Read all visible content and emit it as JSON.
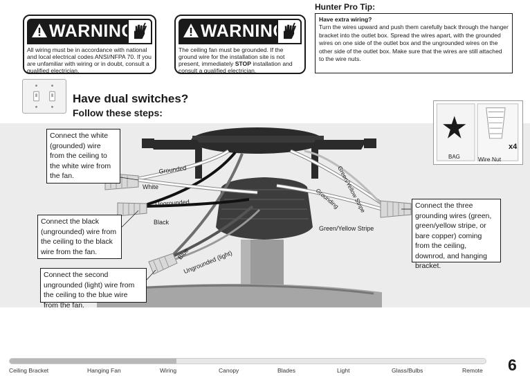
{
  "warnings": [
    {
      "title": "WARNING",
      "text": "All wiring must be in accordance with national and local electrical codes ANSI/NFPA 70.  If you are unfamiliar with wiring or in doubt, consult a qualified electrician."
    },
    {
      "title": "WARNING",
      "text_before": "The ceiling fan must be grounded. If the ground wire for the installation site is not present, immediately ",
      "text_bold": "STOP",
      "text_after": " installation and consult a qualified electrician."
    }
  ],
  "protip": {
    "heading": "Hunter Pro Tip:",
    "title": "Have extra wiring?",
    "text": "Turn the wires upward and push them carefully back through the hanger bracket into the outlet box. Spread the wires apart, with the grounded wires on one side of the outlet box and the ungrounded wires on the other side of the outlet box. Make sure that the wires are still attached to the wire nuts."
  },
  "section": {
    "heading": "Have dual switches?",
    "subheading": "Follow these steps:"
  },
  "parts": {
    "bag_label": "BAG",
    "wire_nut_label": "Wire Nut",
    "quantity": "x4"
  },
  "callouts": {
    "white": "Connect the white (grounded) wire from the ceiling to the white wire from the fan.",
    "black": "Connect the black (ungrounded) wire from the ceiling to the black wire from the fan.",
    "blue": "Connect the second ungrounded (light) wire from the ceiling to the blue wire from the fan.",
    "ground": "Connect the three grounding wires (green, green/yellow stripe, or bare copper) coming from the ceiling, downrod, and hanging bracket."
  },
  "wire_labels": {
    "grounded": "Grounded",
    "white": "White",
    "ungrounded": "Ungrounded",
    "black": "Black",
    "blue": "Blue",
    "ungrounded_light": "Ungrounded (light)",
    "green_yellow_vertical": "Green/Yellow Stripe",
    "grounding": "Grounding",
    "green_yellow_stripe": "Green/Yellow Stripe"
  },
  "footer": {
    "steps": [
      "Ceiling Bracket",
      "Hanging Fan",
      "Wiring",
      "Canopy",
      "Blades",
      "Light",
      "Glass/Bulbs",
      "Remote"
    ],
    "current_step": "Wiring",
    "progress_fraction": 0.35,
    "page_number": "6"
  },
  "colors": {
    "ink": "#1a1a1a",
    "band": "#ececec",
    "wire_white": "#ffffff",
    "wire_black": "#111111",
    "wire_gray": "#8a8a8a"
  }
}
